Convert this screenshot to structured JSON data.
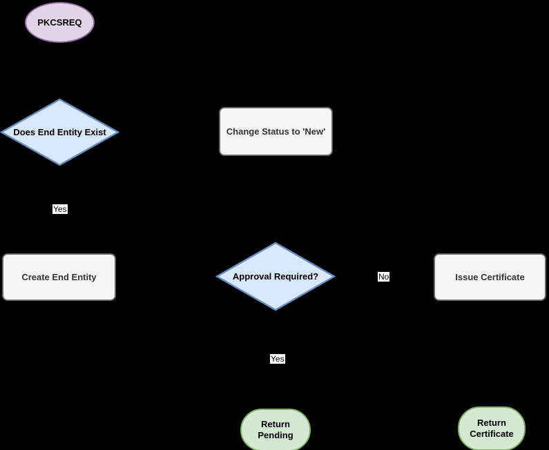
{
  "diagram": {
    "type": "flowchart",
    "background_color": "#000000",
    "nodes": [
      {
        "id": "pkcsreq",
        "shape": "ellipse",
        "label": "PKCSREQ",
        "fill": "#E1D5E7",
        "stroke": "#9673A6"
      },
      {
        "id": "does-end-entity-exist",
        "shape": "decision-diamond",
        "label": "Does End Entity Exist",
        "fill": "#DAE8FC",
        "stroke": "#6C8EBF"
      },
      {
        "id": "change-status-new",
        "shape": "process-rect",
        "label": "Change Status to 'New'",
        "fill": "#F5F5F5",
        "stroke": "#666666"
      },
      {
        "id": "create-end-entity",
        "shape": "process-rect",
        "label": "Create End Entity",
        "fill": "#F5F5F5",
        "stroke": "#666666"
      },
      {
        "id": "approval-required",
        "shape": "decision-diamond",
        "label": "Approval Required?",
        "fill": "#DAE8FC",
        "stroke": "#6C8EBF"
      },
      {
        "id": "issue-certificate",
        "shape": "process-rect",
        "label": "Issue Certificate",
        "fill": "#F5F5F5",
        "stroke": "#666666"
      },
      {
        "id": "return-pending",
        "shape": "terminator",
        "label": "Return Pending",
        "fill": "#D5E8D4",
        "stroke": "#82B366"
      },
      {
        "id": "return-certificate",
        "shape": "terminator",
        "label": "Return Certificate",
        "fill": "#D5E8D4",
        "stroke": "#82B366"
      }
    ],
    "edge_labels": [
      {
        "id": "yes-after-does-end-entity-exist",
        "text": "Yes"
      },
      {
        "id": "no-after-approval-required",
        "text": "No"
      },
      {
        "id": "yes-after-approval-required",
        "text": "Yes"
      }
    ]
  }
}
